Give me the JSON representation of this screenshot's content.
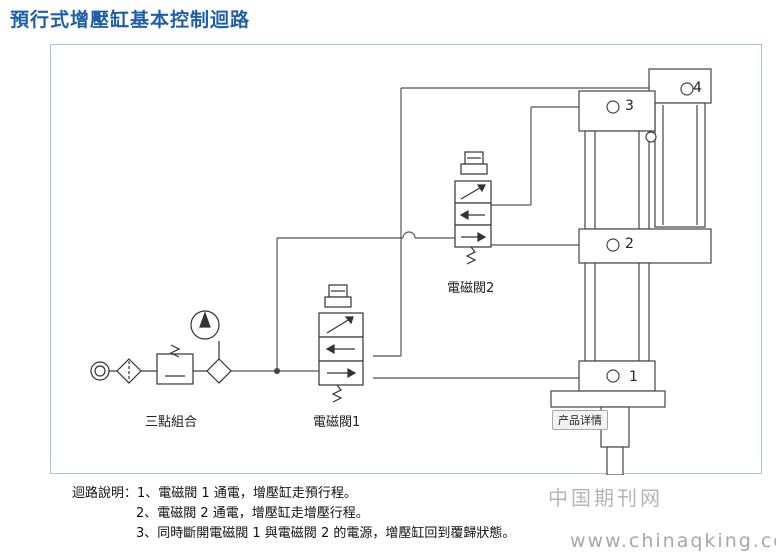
{
  "title": "預行式增壓缸基本控制迴路",
  "labels": {
    "combo": "三點組合",
    "valve1": "電磁閥1",
    "valve2": "電磁閥2"
  },
  "ports": [
    "1",
    "2",
    "3",
    "4"
  ],
  "tooltip": "产品详情",
  "notes": {
    "heading": "迴路說明：",
    "lines": [
      "1、電磁閥 1 通電，增壓缸走預行程。",
      "2、電磁閥 2 通電，增壓缸走增壓行程。",
      "3、同時斷開電磁閥 1 與電磁閥 2 的電源，增壓缸回到覆歸狀態。"
    ]
  },
  "watermark": {
    "cn": "中国期刊网",
    "url": "www.chinaqking.com"
  },
  "colors": {
    "title": "#1f5fa8",
    "panel_border": "#9fc4dd",
    "line": "#555555"
  }
}
